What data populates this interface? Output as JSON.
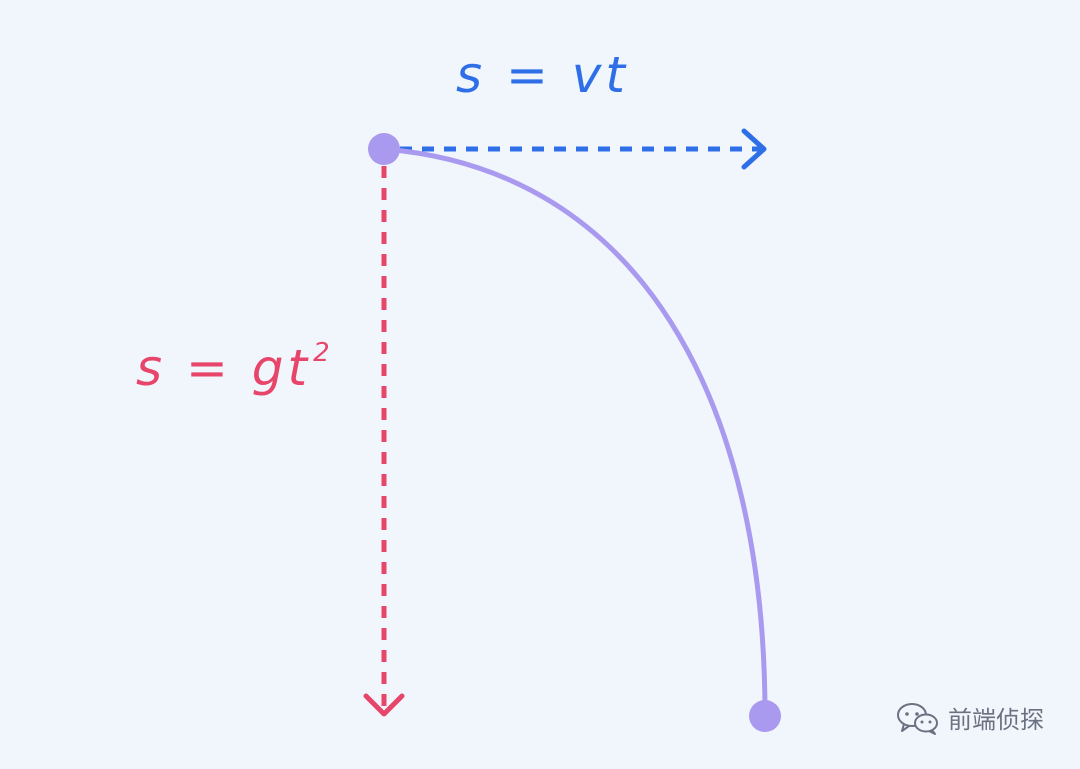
{
  "diagram": {
    "horizontal_label": "s = vt",
    "vertical_label": {
      "base": "s = gt",
      "superscript": "2"
    },
    "colors": {
      "background": "#f1f6fd",
      "horizontal": "#2e6fe8",
      "vertical": "#e8456b",
      "trajectory": "#a99af0",
      "watermark": "#6a7180"
    }
  },
  "watermark": {
    "text": "前端侦探",
    "icon": "wechat-icon"
  }
}
